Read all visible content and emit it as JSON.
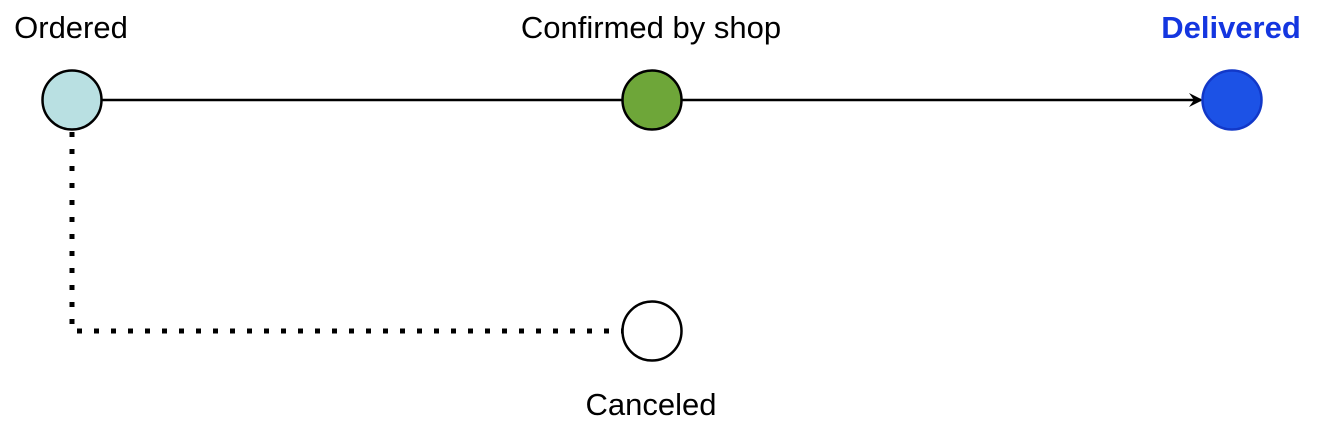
{
  "stages": {
    "ordered": {
      "label": "Ordered",
      "fill": "#b9e0e2"
    },
    "confirmed": {
      "label": "Confirmed by shop",
      "fill": "#6ea639"
    },
    "delivered": {
      "label": "Delivered",
      "fill": "#1c52e6",
      "label_color": "#1436e0"
    },
    "canceled": {
      "label": "Canceled",
      "fill": "#ffffff"
    }
  },
  "edges": {
    "main_line": "solid",
    "to_delivered": "solid-arrow",
    "to_canceled": "dotted"
  }
}
